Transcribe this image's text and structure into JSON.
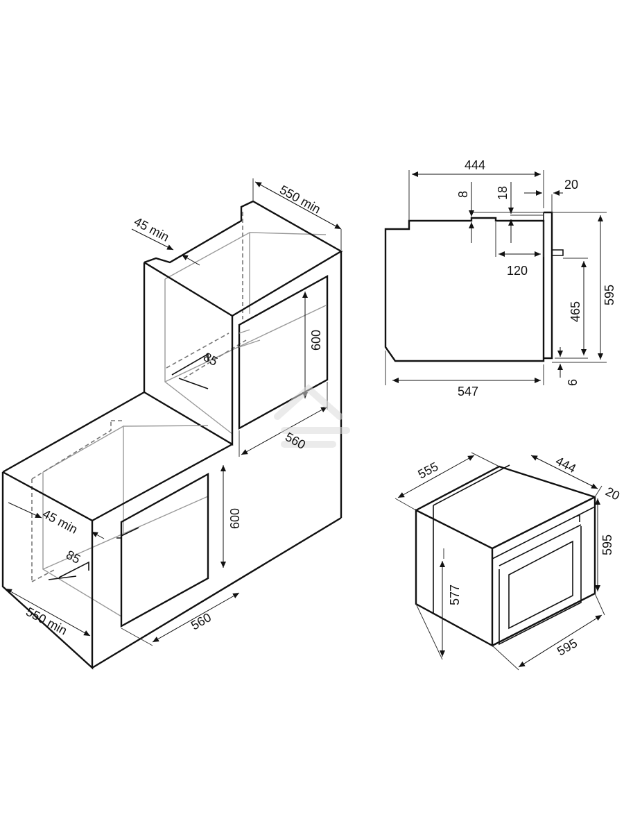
{
  "installation": {
    "column": {
      "depth": "550 min",
      "rear_gap": "45 min",
      "height": "600",
      "width": "560",
      "vent": "85"
    },
    "undercounter": {
      "depth": "550 min",
      "rear_gap": "45 min",
      "height": "600",
      "width": "560",
      "vent": "85"
    }
  },
  "side_view": {
    "total_depth": "444",
    "top_step": "8",
    "top_step_2": "18",
    "panel": "20",
    "cutout": "120",
    "door_height": "465",
    "total_height": "595",
    "base_depth": "547",
    "bottom_gap": "6"
  },
  "iso_view": {
    "depth": "555",
    "body_depth": "444",
    "panel": "20",
    "height": "595",
    "body_height": "577",
    "width": "595"
  },
  "colors": {
    "line": "#111111",
    "hidden": "#777777",
    "watermark": "#e6e6e6"
  },
  "icons": {
    "watermark": "house-logo-icon"
  }
}
